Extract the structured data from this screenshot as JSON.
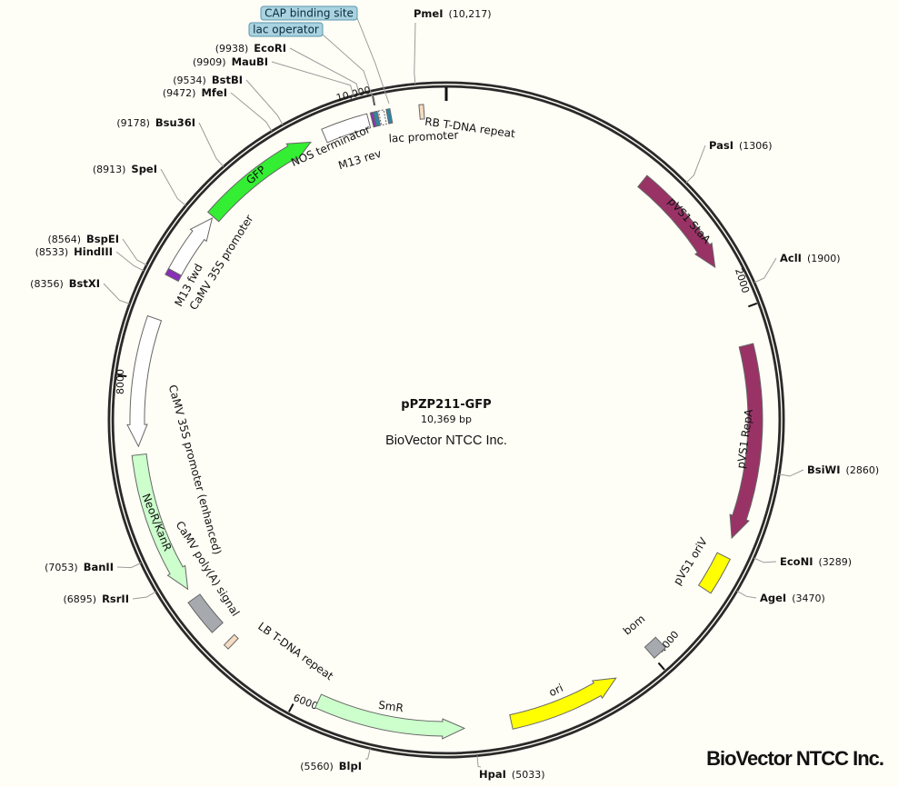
{
  "map": {
    "name": "pPZP211-GFP",
    "length_label": "10,369 bp",
    "length": 10369,
    "company": "BioVector NTCC Inc.",
    "watermark": "BioVector NTCC Inc."
  },
  "ticks": [
    {
      "bp": 2000,
      "label": "2000"
    },
    {
      "bp": 4000,
      "label": "4000"
    },
    {
      "bp": 6000,
      "label": "6000"
    },
    {
      "bp": 8000,
      "label": "8000"
    },
    {
      "bp": 10000,
      "label": "10,000"
    }
  ],
  "enzymes": [
    {
      "name": "PmeI",
      "pos_label": "(10,217)",
      "bp": 10217
    },
    {
      "name": "PasI",
      "pos_label": "(1306)",
      "bp": 1306
    },
    {
      "name": "AclI",
      "pos_label": "(1900)",
      "bp": 1900
    },
    {
      "name": "BsiWI",
      "pos_label": "(2860)",
      "bp": 2860
    },
    {
      "name": "EcoNI",
      "pos_label": "(3289)",
      "bp": 3289
    },
    {
      "name": "AgeI",
      "pos_label": "(3470)",
      "bp": 3470
    },
    {
      "name": "HpaI",
      "pos_label": "(5033)",
      "bp": 5033
    },
    {
      "name": "BlpI",
      "pos_label": "(5560)",
      "bp": 5560
    },
    {
      "name": "RsrII",
      "pos_label": "(6895)",
      "bp": 6895
    },
    {
      "name": "BanII",
      "pos_label": "(7053)",
      "bp": 7053
    },
    {
      "name": "BstXI",
      "pos_label": "(8356)",
      "bp": 8356
    },
    {
      "name": "HindIII",
      "pos_label": "(8533)",
      "bp": 8533
    },
    {
      "name": "BspEI",
      "pos_label": "(8564)",
      "bp": 8564
    },
    {
      "name": "SpeI",
      "pos_label": "(8913)",
      "bp": 8913
    },
    {
      "name": "Bsu36I",
      "pos_label": "(9178)",
      "bp": 9178
    },
    {
      "name": "MfeI",
      "pos_label": "(9472)",
      "bp": 9472
    },
    {
      "name": "BstBI",
      "pos_label": "(9534)",
      "bp": 9534
    },
    {
      "name": "MauBI",
      "pos_label": "(9909)",
      "bp": 9909
    },
    {
      "name": "EcoRI",
      "pos_label": "(9938)",
      "bp": 9938
    }
  ],
  "features": [
    {
      "name": "GFP",
      "start": 8960,
      "end": 9620,
      "dir": 1,
      "color": "#33ee33",
      "text_color": "#111111"
    },
    {
      "name": "NOS terminator",
      "start": 9700,
      "end": 9950,
      "dir": 0,
      "color": "#ffffff",
      "text_color": "#111111"
    },
    {
      "name": "M13 rev",
      "start": 9968,
      "end": 9982,
      "dir": 0,
      "color": "#8a2fb8",
      "text_color": "#111111"
    },
    {
      "name": "lac operator",
      "start": 9985,
      "end": 10005,
      "dir": 0,
      "color": "#2e86a8",
      "text_color": "#111111"
    },
    {
      "name": "lac promoter",
      "start": 10012,
      "end": 10040,
      "dir": 0,
      "color": "#ffffff",
      "text_color": "#111111"
    },
    {
      "name": "CAP binding site",
      "start": 10053,
      "end": 10073,
      "dir": 0,
      "color": "#2e86a8",
      "text_color": "#111111"
    },
    {
      "name": "RB T-DNA repeat",
      "start": 10226,
      "end": 10250,
      "dir": 0,
      "color": "#f5dcc0",
      "text_color": "#111111"
    },
    {
      "name": "pVS1 StaA",
      "start": 1135,
      "end": 1740,
      "dir": 1,
      "color": "#993366",
      "text_color": "#ffffff"
    },
    {
      "name": "pVS1 RepA",
      "start": 2190,
      "end": 3240,
      "dir": 1,
      "color": "#993366",
      "text_color": "#ffffff"
    },
    {
      "name": "pVS1 oriV",
      "start": 3345,
      "end": 3550,
      "dir": 0,
      "color": "#ffff00",
      "text_color": "#111111"
    },
    {
      "name": "bom",
      "start": 3920,
      "end": 4000,
      "dir": 0,
      "color": "#a6a9ae",
      "text_color": "#111111"
    },
    {
      "name": "ori",
      "start": 4225,
      "end": 4835,
      "dir": -1,
      "color": "#ffff00",
      "text_color": "#111111"
    },
    {
      "name": "SmR",
      "start": 5088,
      "end": 5890,
      "dir": -1,
      "color": "#ccffcc",
      "text_color": "#111111"
    },
    {
      "name": "LB T-DNA repeat",
      "start": 6440,
      "end": 6470,
      "dir": 0,
      "color": "#f5dcc0",
      "text_color": "#111111"
    },
    {
      "name": "CaMV poly(A) signal",
      "start": 6560,
      "end": 6760,
      "dir": 0,
      "color": "#a6a9ae",
      "text_color": "#111111"
    },
    {
      "name": "NeoR/KanR",
      "start": 6820,
      "end": 7590,
      "dir": -1,
      "color": "#ccffcc",
      "text_color": "#111111"
    },
    {
      "name": "CaMV 35S promoter (enhanced)",
      "start": 7635,
      "end": 8330,
      "dir": -1,
      "color": "#ffffff",
      "text_color": "#111111"
    },
    {
      "name": "M13 fwd",
      "start": 8565,
      "end": 8600,
      "dir": 0,
      "color": "#8a2fb8",
      "text_color": "#111111"
    },
    {
      "name": "CaMV 35S promoter",
      "start": 8600,
      "end": 8950,
      "dir": 1,
      "color": "#ffffff",
      "text_color": "#111111"
    }
  ]
}
